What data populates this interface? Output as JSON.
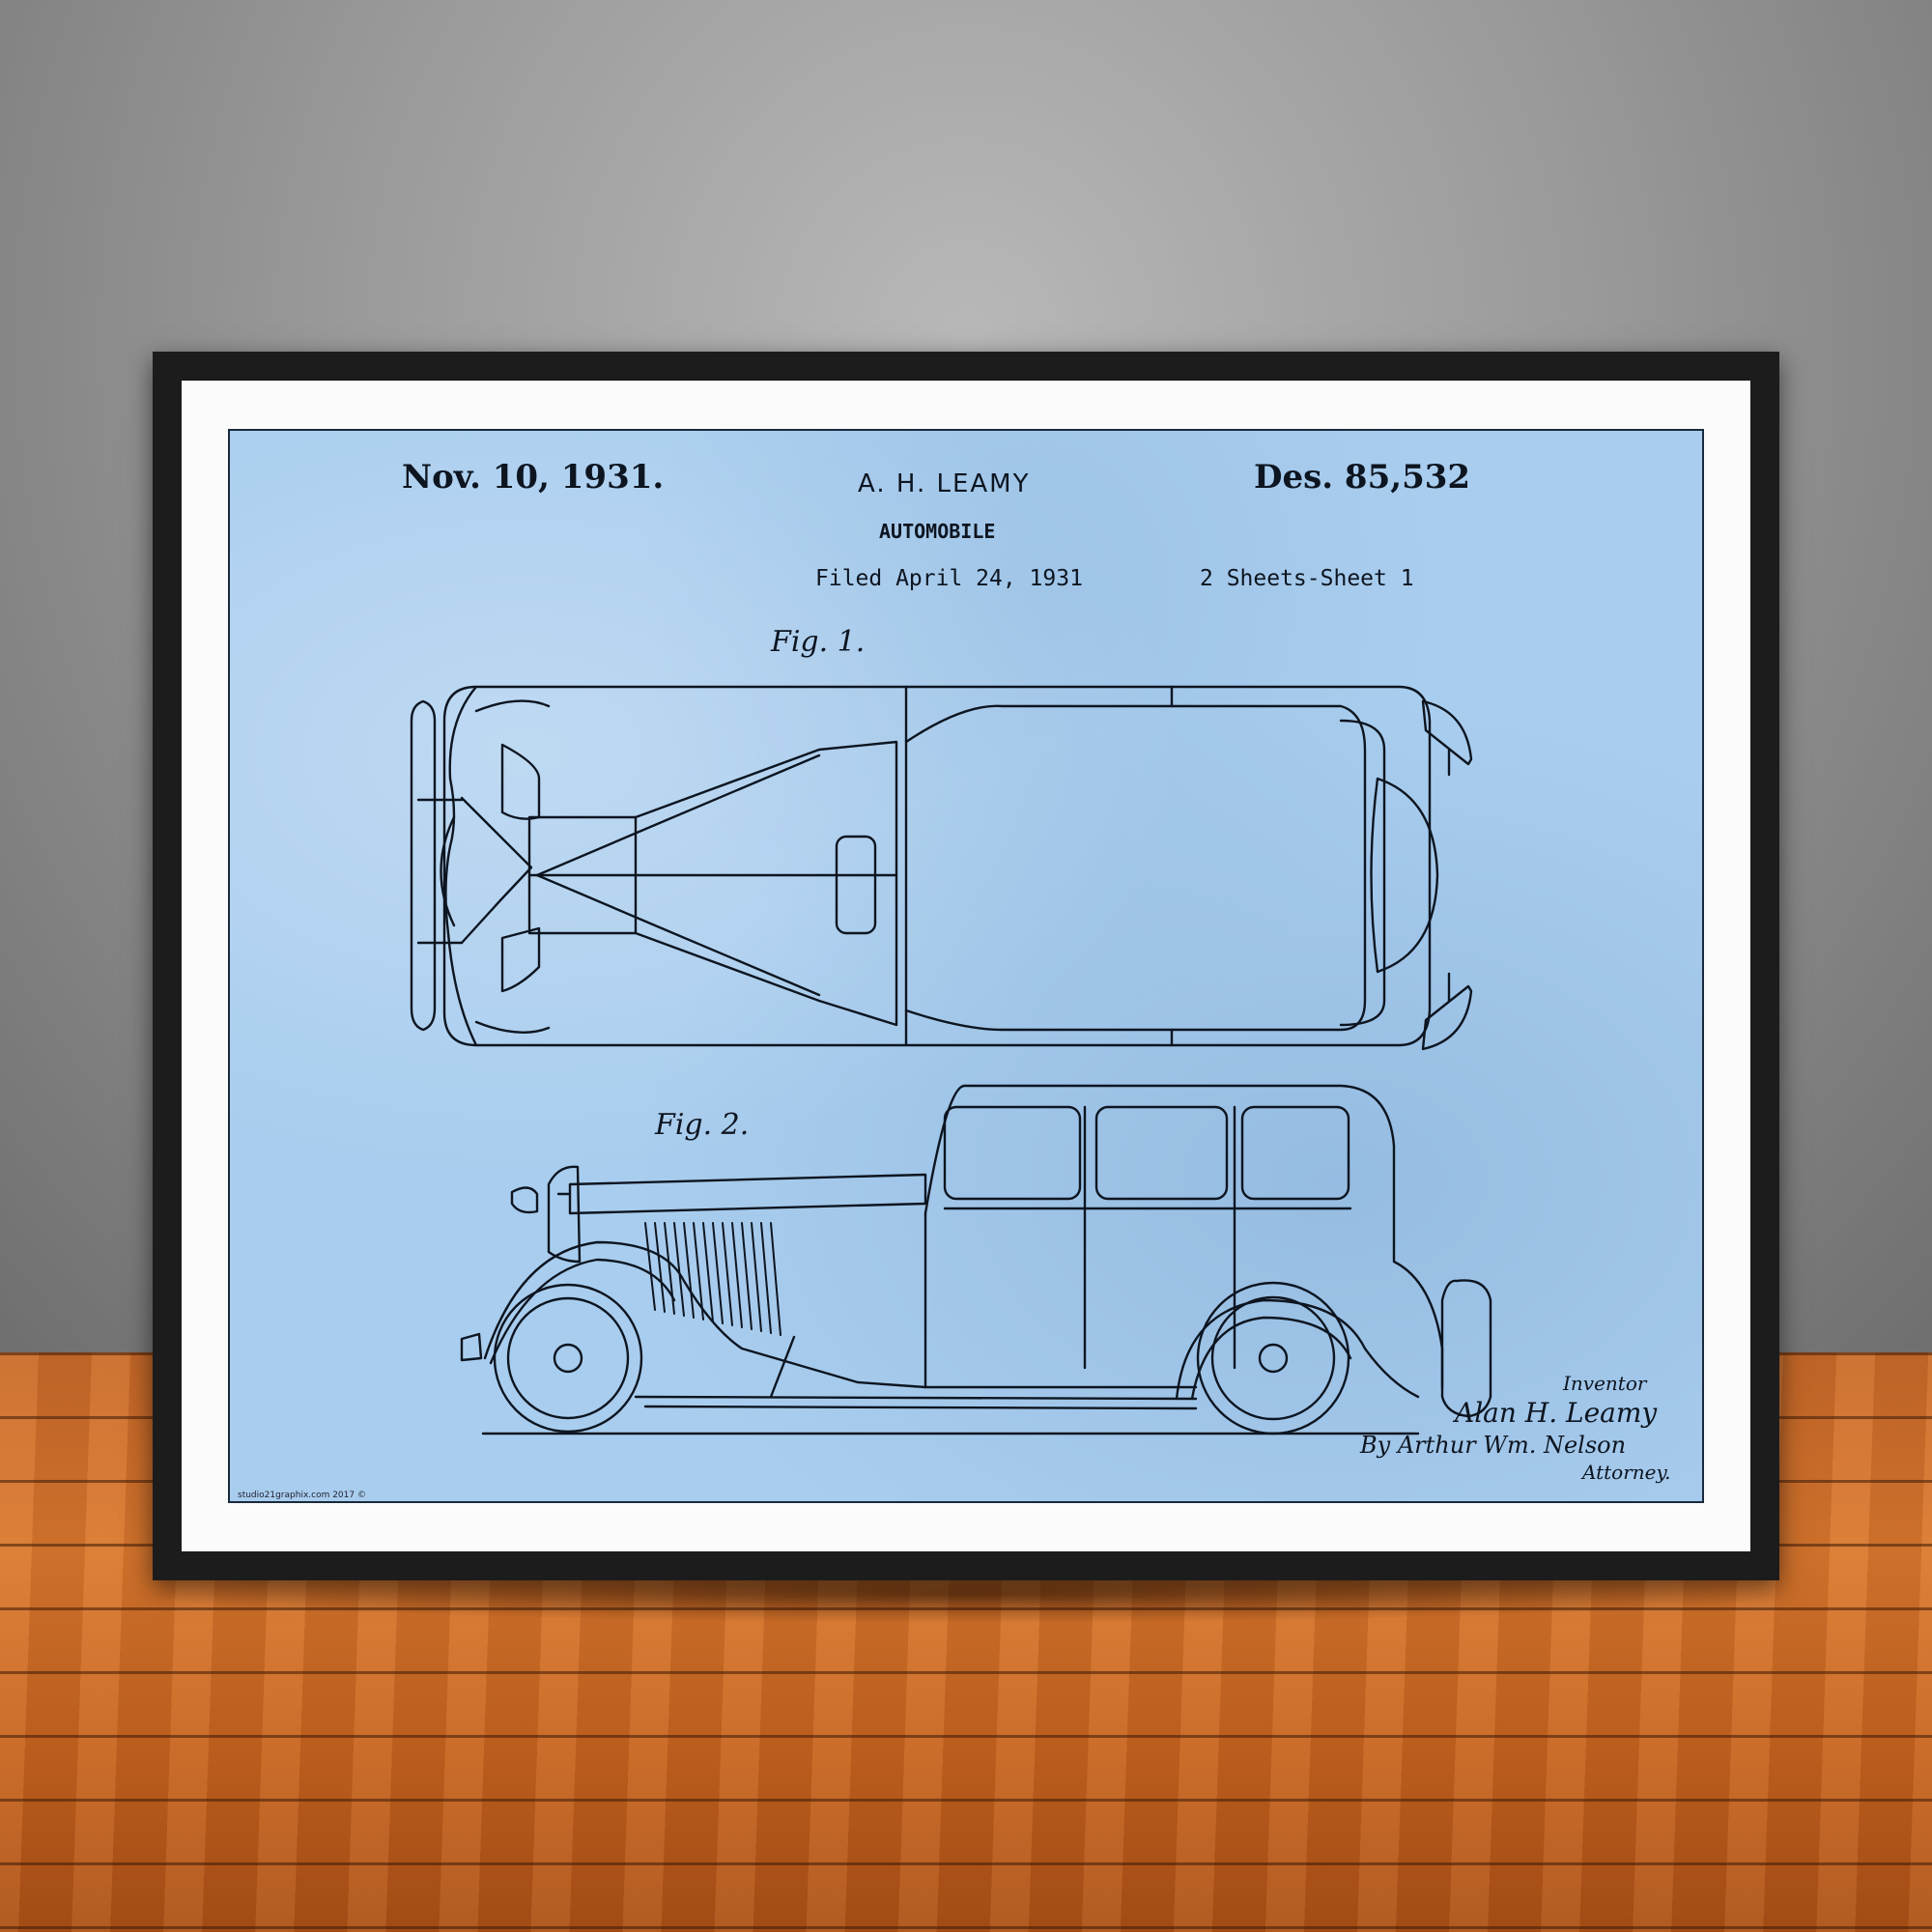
{
  "patent": {
    "date": "Nov. 10, 1931.",
    "inventor_name": "A. H. LEAMY",
    "design_number": "Des. 85,532",
    "title": "AUTOMOBILE",
    "filed": "Filed April 24, 1931",
    "sheets": "2 Sheets-Sheet 1",
    "fig1_label": "Fig. 1.",
    "fig2_label": "Fig. 2.",
    "inventor_label": "Inventor",
    "inventor_signature": "Alan H. Leamy",
    "attorney_signature": "By Arthur Wm. Nelson",
    "attorney_label": "Attorney.",
    "credit": "studio21graphix.com 2017 ©"
  },
  "colors": {
    "paper": "#a9cdee",
    "ink": "#0d1520",
    "frame": "#1c1c1c",
    "mat": "#fbfbfb",
    "wall": "#9a9a9a",
    "floor": "#d9782f"
  }
}
